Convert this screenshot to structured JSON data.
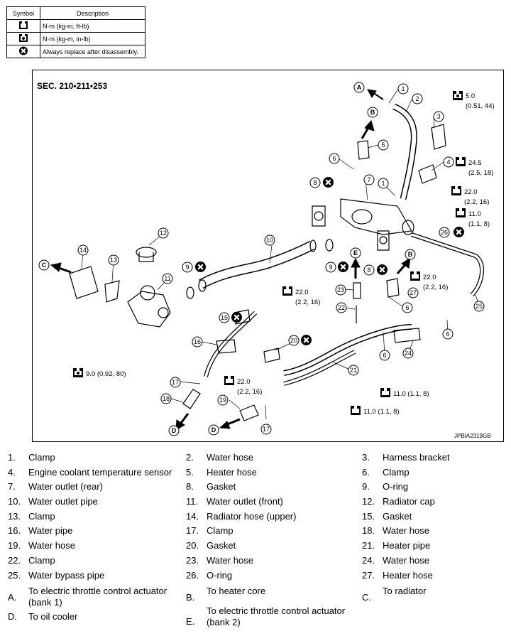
{
  "symbol_table": {
    "header_symbol": "Symbol",
    "header_description": "Description",
    "rows": [
      {
        "icon": "torque-wrench-icon",
        "description": "N·m (kg-m, ft-lb)"
      },
      {
        "icon": "torque-wrench-small-icon",
        "description": "N·m (kg-m, in-lb)"
      },
      {
        "icon": "replace-x-icon",
        "description": "Always replace after disassembly."
      }
    ]
  },
  "diagram": {
    "section": "SEC. 210•211•253",
    "code": "JPBIA2319GB",
    "callouts": [
      "1",
      "2",
      "3",
      "4",
      "5",
      "6",
      "7",
      "8",
      "9",
      "10",
      "11",
      "12",
      "13",
      "14",
      "15",
      "16",
      "17",
      "18",
      "19",
      "20",
      "21",
      "22",
      "23",
      "24",
      "25",
      "26",
      "27"
    ],
    "letters": [
      "A",
      "B",
      "C",
      "D",
      "E"
    ],
    "torques": {
      "t1": "5.0",
      "t1b": "(0.51, 44)",
      "t2": "24.5",
      "t2b": "(2.5, 18)",
      "t3": "22.0",
      "t3b": "(2.2, 16)",
      "t4": "11.0",
      "t4b": "(1.1, 8)",
      "t5": "22.0",
      "t5b": "(2.2, 16)",
      "t6": "22.0",
      "t6b": "(2.2, 16)",
      "t7": "9.0 (0.92, 80)",
      "t8": "22.0",
      "t8b": "(2.2, 16)",
      "t9": "11.0 (1.1, 8)",
      "t10": "11.0 (1.1, 8)"
    }
  },
  "legend": [
    {
      "n": "1.",
      "t": "Clamp"
    },
    {
      "n": "2.",
      "t": "Water hose"
    },
    {
      "n": "3.",
      "t": "Harness bracket"
    },
    {
      "n": "4.",
      "t": "Engine coolant temperature sensor"
    },
    {
      "n": "5.",
      "t": "Heater hose"
    },
    {
      "n": "6.",
      "t": "Clamp"
    },
    {
      "n": "7.",
      "t": "Water outlet (rear)"
    },
    {
      "n": "8.",
      "t": "Gasket"
    },
    {
      "n": "9.",
      "t": "O-ring"
    },
    {
      "n": "10.",
      "t": "Water outlet pipe"
    },
    {
      "n": "11.",
      "t": "Water outlet (front)"
    },
    {
      "n": "12.",
      "t": "Radiator cap"
    },
    {
      "n": "13.",
      "t": "Clamp"
    },
    {
      "n": "14.",
      "t": "Radiator hose (upper)"
    },
    {
      "n": "15.",
      "t": "Gasket"
    },
    {
      "n": "16.",
      "t": "Water pipe"
    },
    {
      "n": "17.",
      "t": "Clamp"
    },
    {
      "n": "18.",
      "t": "Water hose"
    },
    {
      "n": "19.",
      "t": "Water hose"
    },
    {
      "n": "20.",
      "t": "Gasket"
    },
    {
      "n": "21.",
      "t": "Heater pipe"
    },
    {
      "n": "22.",
      "t": "Clamp"
    },
    {
      "n": "23.",
      "t": "Water hose"
    },
    {
      "n": "24.",
      "t": "Water hose"
    },
    {
      "n": "25.",
      "t": "Water bypass pipe"
    },
    {
      "n": "26.",
      "t": "O-ring"
    },
    {
      "n": "27.",
      "t": "Heater hose"
    },
    {
      "n": "A.",
      "t": "To electric throttle control actuator (bank 1)"
    },
    {
      "n": "B.",
      "t": "To heater core"
    },
    {
      "n": "C.",
      "t": "To radiator"
    },
    {
      "n": "D.",
      "t": "To oil cooler"
    },
    {
      "n": "E.",
      "t": "To electric throttle control actuator (bank 2)"
    }
  ]
}
